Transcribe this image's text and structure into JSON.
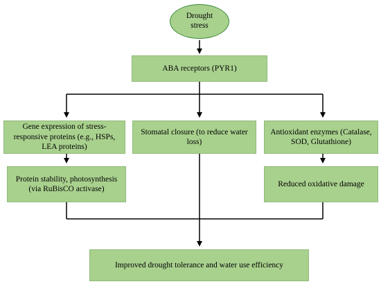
{
  "nodes": {
    "drought": "Drought stress",
    "aba": "ABA receptors (PYR1)",
    "gene": "Gene expression of stress-responsive proteins (e.g., HSPs, LEA proteins)",
    "stomatal": "Stomatal closure (to reduce water loss)",
    "antioxidant": "Antioxidant enzymes (Catalase, SOD, Glutathione)",
    "protein": "Protein stability, photosynthesis (via RuBisCO activase)",
    "reduced": "Reduced oxidative damage",
    "improved": "Improved drought tolerance and water use efficiency"
  },
  "colors": {
    "box_fill": "#a9d18e",
    "oval_border": "#3a8a3a",
    "connector": "#000000"
  }
}
